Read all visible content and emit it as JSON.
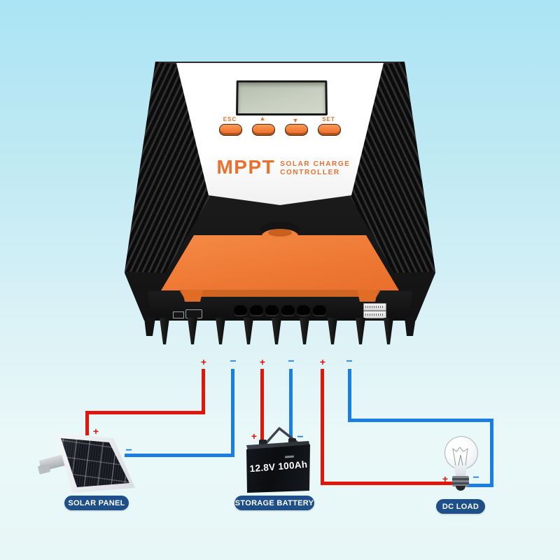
{
  "controller": {
    "brand": "MPPT",
    "subtitle_line1": "SOLAR CHARGE",
    "subtitle_line2": "CONTROLLER",
    "buttons": [
      {
        "label": "ESC"
      },
      {
        "label": "▲"
      },
      {
        "label": "▼"
      },
      {
        "label": "SET"
      }
    ]
  },
  "terminals": {
    "signs": [
      "+",
      "−",
      "+",
      "−",
      "+",
      "−"
    ]
  },
  "wiring": {
    "plus": "+",
    "minus": "−",
    "positive_color": "#e2150b",
    "negative_color": "#1a7ee2"
  },
  "components": {
    "solar_panel": {
      "label": "SOLAR PANEL"
    },
    "battery": {
      "label": "STORAGE BATTERY",
      "rating": "12.8V 100Ah"
    },
    "dc_load": {
      "label": "DC LOAD"
    }
  },
  "colors": {
    "accent_orange": "#ee7a35",
    "badge_blue": "#1e4f88",
    "background_top": "#abe4f4",
    "background_bottom": "#eaf8f8"
  }
}
